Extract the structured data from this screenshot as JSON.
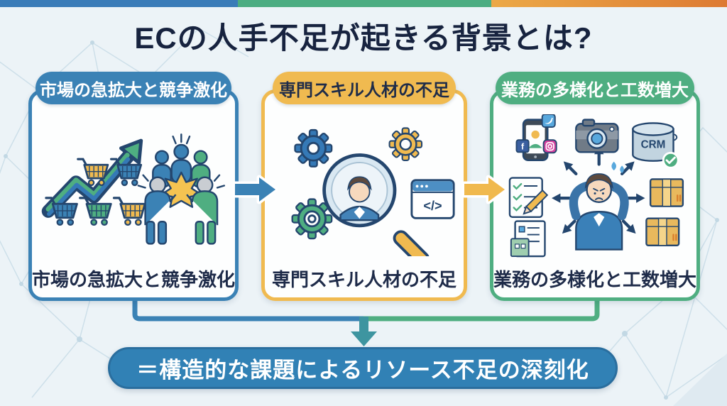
{
  "title": "ECの人手不足が起きる背景とは?",
  "top_strip": {
    "colors": [
      "#3a7cb8",
      "#4cad82",
      "#eca947",
      "#dd7a33"
    ]
  },
  "boxes": [
    {
      "id": "market",
      "header": "市場の急拡大と競争激化",
      "caption": "市場の急拡大と競争激化",
      "accent": "#3b82b5",
      "icons": [
        "growth-arrow-icon",
        "shopping-carts-icon",
        "competing-people-icon"
      ]
    },
    {
      "id": "skills",
      "header": "専門スキル人材の不足",
      "caption": "専門スキル人材の不足",
      "accent": "#f0ba50",
      "code_label": "</>",
      "icons": [
        "gear-icons",
        "magnifier-person-icon",
        "code-window-icon"
      ]
    },
    {
      "id": "workload",
      "header": "業務の多様化と工数増大",
      "caption": "業務の多様化と工数増大",
      "accent": "#4fae81",
      "crm_label": "CRM",
      "facebook_label": "f",
      "icons": [
        "smartphone-social-icon",
        "camera-icon",
        "crm-database-icon",
        "package-box-icon",
        "checklist-icon",
        "document-icon",
        "stressed-person-icon"
      ]
    }
  ],
  "flow": {
    "arrow_1_color": "#3b82b5",
    "arrow_2_color": "#f0b94e",
    "connector_left_color": "#3b82b5",
    "connector_right_color": "#4fae81",
    "down_arrow_color": "#3e95a0"
  },
  "conclusion": "＝構造的な課題によるリソース不足の深刻化",
  "background_color": "#ecf3f7",
  "banner_color": "#3181b5",
  "title_color": "#17233f"
}
